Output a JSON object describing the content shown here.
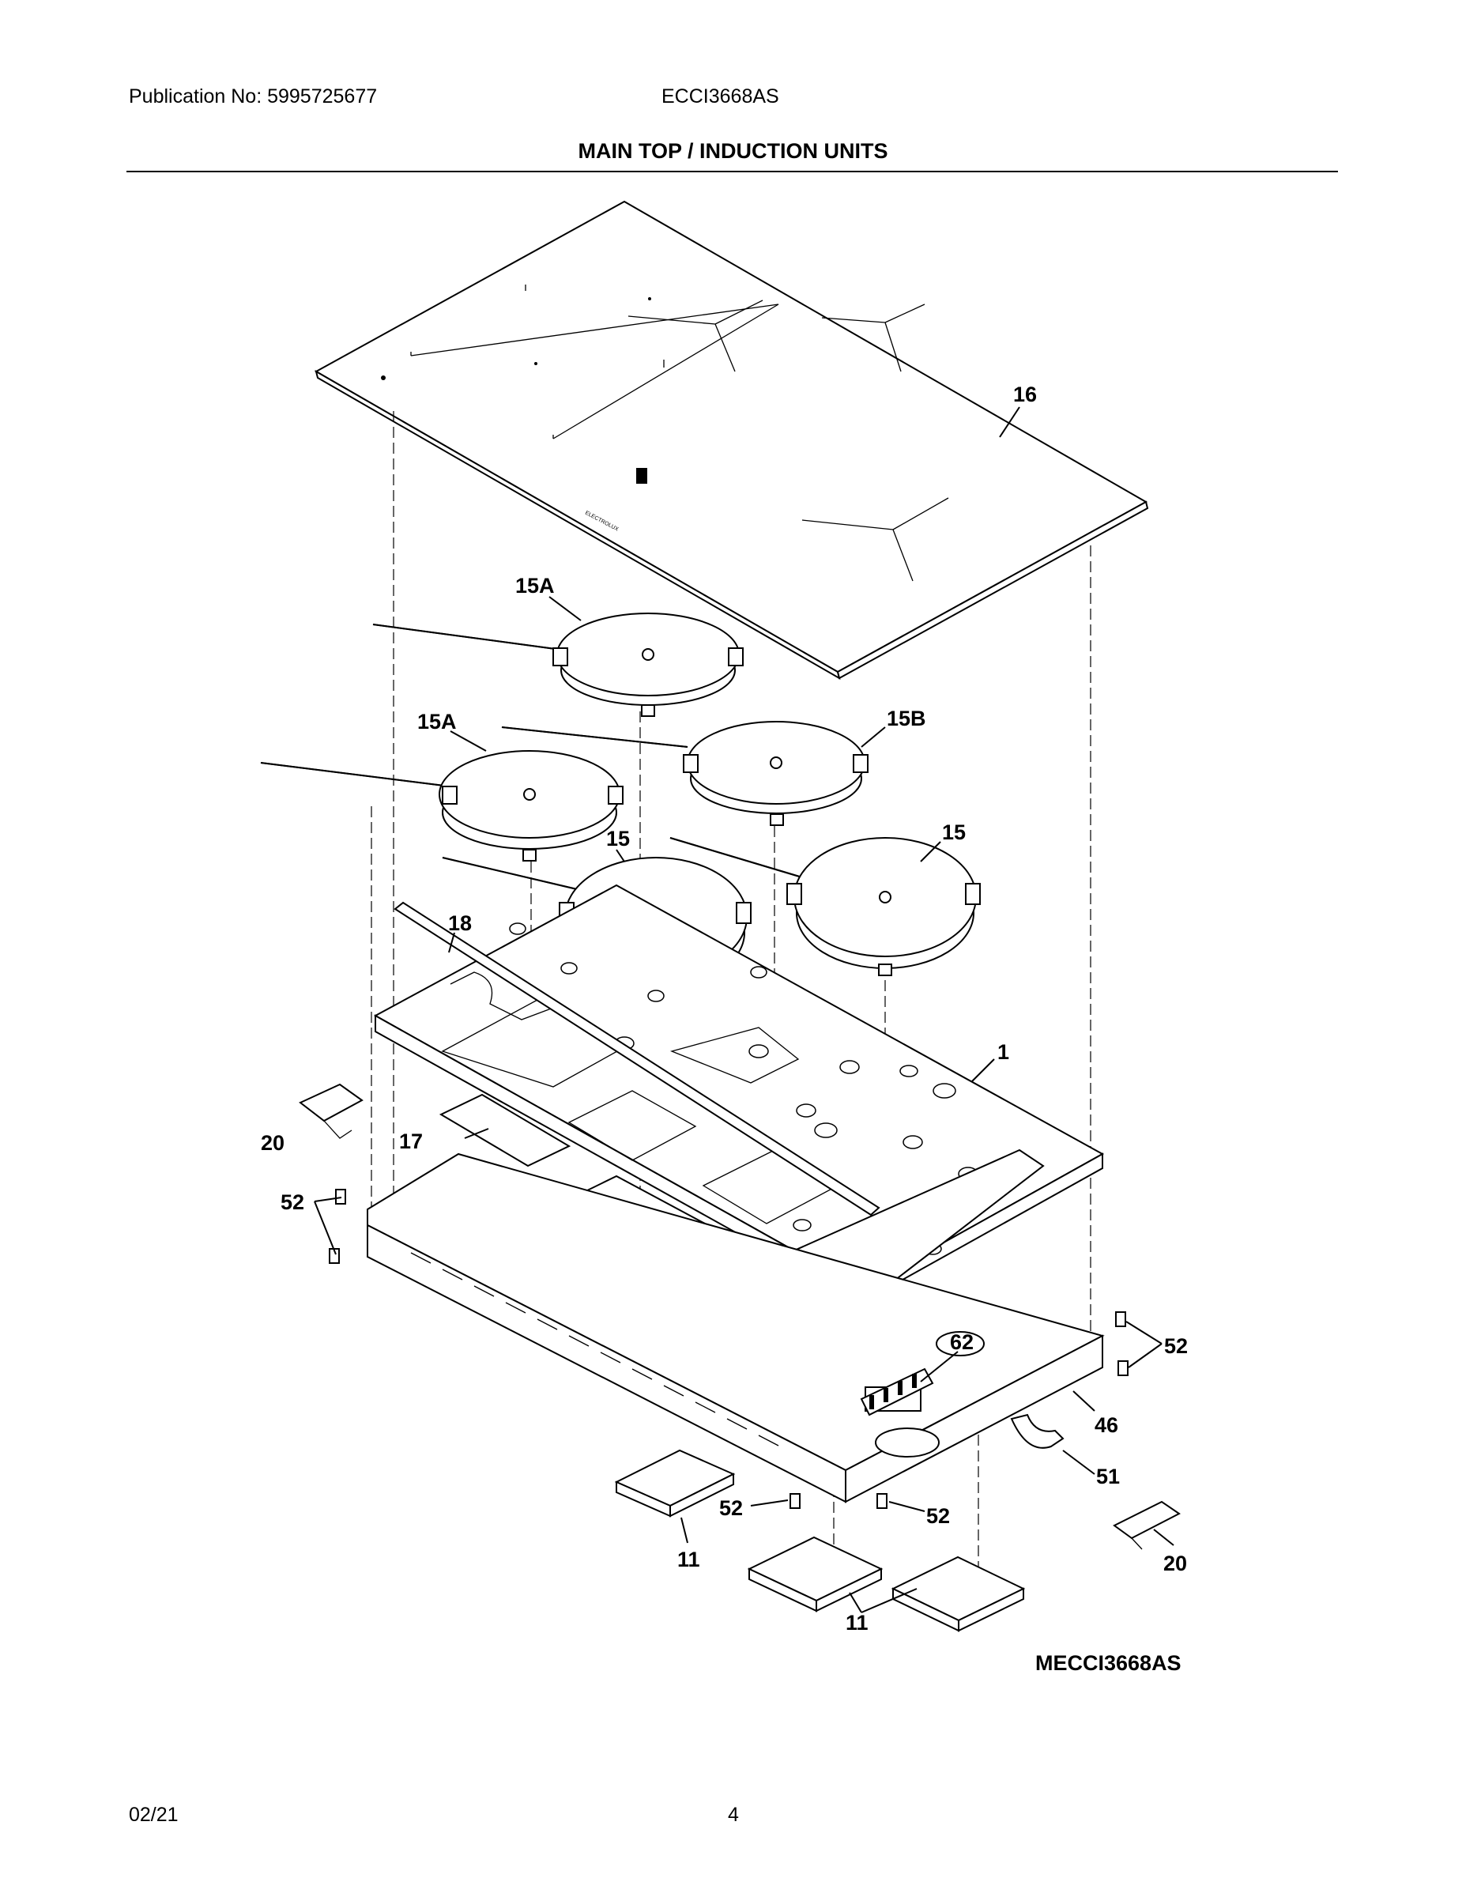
{
  "header": {
    "publication": "Publication No: 5995725677",
    "model": "ECCI3668AS",
    "title": "MAIN TOP / INDUCTION UNITS"
  },
  "diagram": {
    "callouts": {
      "c16": "16",
      "c15a_top": "15A",
      "c15a_left": "15A",
      "c15b": "15B",
      "c15_center": "15",
      "c15_right": "15",
      "c18": "18",
      "c1": "1",
      "c20_left": "20",
      "c17": "17",
      "c52_left": "52",
      "c52_right": "52",
      "c62": "62",
      "c46": "46",
      "c51": "51",
      "c52_bottom_left": "52",
      "c52_bottom_right": "52",
      "c20_right": "20",
      "c11_left": "11",
      "c11_bottom": "11"
    },
    "drawing_code": "MECCI3668AS"
  },
  "footer": {
    "date": "02/21",
    "page": "4"
  }
}
